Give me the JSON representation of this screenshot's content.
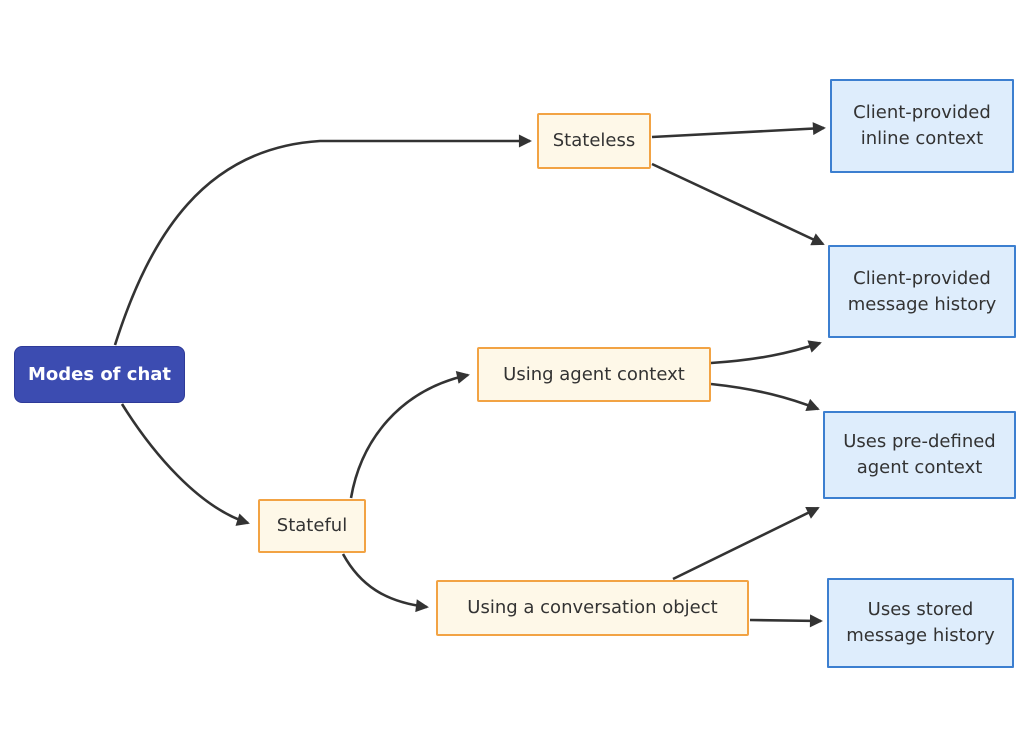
{
  "diagram": {
    "type": "flowchart",
    "direction": "left-to-right",
    "background": "#ffffff",
    "colors": {
      "background": "#ffffff",
      "root-fill": "#3C4CB1",
      "root-border": "#2E3A98",
      "root-text": "#ffffff",
      "branch-fill": "#FEF8E8",
      "branch-border": "#F2A344",
      "leaf-fill": "#DEEDFC",
      "leaf-border": "#3C7FD0",
      "node-text": "#333333",
      "edge": "#333333"
    },
    "nodes": [
      {
        "id": "modes-of-chat",
        "label": "Modes of chat",
        "kind": "root"
      },
      {
        "id": "stateless",
        "label": "Stateless",
        "kind": "branch"
      },
      {
        "id": "stateful",
        "label": "Stateful",
        "kind": "branch"
      },
      {
        "id": "using-agent-context",
        "label": "Using agent context",
        "kind": "branch"
      },
      {
        "id": "using-a-conversation-object",
        "label": "Using a conversation object",
        "kind": "branch"
      },
      {
        "id": "client-provided-inline-context",
        "label": "Client-provided inline context",
        "kind": "leaf"
      },
      {
        "id": "client-provided-message-history",
        "label": "Client-provided message history",
        "kind": "leaf"
      },
      {
        "id": "uses-pre-defined-agent-context",
        "label": "Uses pre-defined agent context",
        "kind": "leaf"
      },
      {
        "id": "uses-stored-message-history",
        "label": "Uses stored message history",
        "kind": "leaf"
      }
    ],
    "edges": [
      {
        "from": "modes-of-chat",
        "to": "stateless"
      },
      {
        "from": "modes-of-chat",
        "to": "stateful"
      },
      {
        "from": "stateless",
        "to": "client-provided-inline-context"
      },
      {
        "from": "stateless",
        "to": "client-provided-message-history"
      },
      {
        "from": "stateful",
        "to": "using-agent-context"
      },
      {
        "from": "stateful",
        "to": "using-a-conversation-object"
      },
      {
        "from": "using-agent-context",
        "to": "client-provided-message-history"
      },
      {
        "from": "using-agent-context",
        "to": "uses-pre-defined-agent-context"
      },
      {
        "from": "using-a-conversation-object",
        "to": "uses-pre-defined-agent-context"
      },
      {
        "from": "using-a-conversation-object",
        "to": "uses-stored-message-history"
      }
    ]
  }
}
